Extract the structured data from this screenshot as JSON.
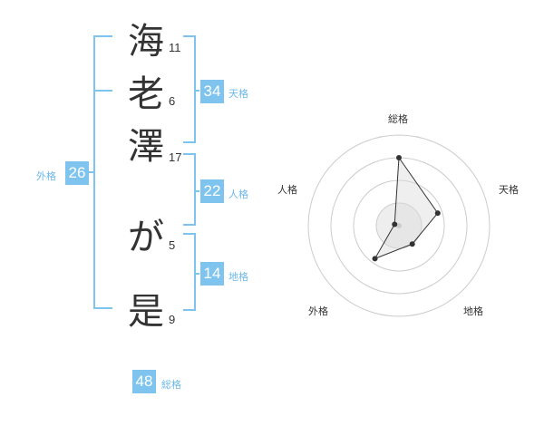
{
  "name_characters": [
    {
      "char": "海",
      "strokes": "11"
    },
    {
      "char": "老",
      "strokes": "6"
    },
    {
      "char": "澤",
      "strokes": "17"
    },
    {
      "char": "が",
      "strokes": "5"
    },
    {
      "char": "是",
      "strokes": "9"
    }
  ],
  "fortunes": {
    "tenkaku": {
      "value": "34",
      "label": "天格"
    },
    "jinkaku": {
      "value": "22",
      "label": "人格"
    },
    "chikaku": {
      "value": "14",
      "label": "地格"
    },
    "gaikaku": {
      "value": "26",
      "label": "外格"
    },
    "soukaku": {
      "value": "48",
      "label": "総格"
    }
  },
  "colors": {
    "bracket": "#7fc4ee",
    "badge_bg": "#7fc4ee",
    "label": "#6bb8ea",
    "radar_ring": "#cccccc",
    "radar_fill": "#eeeeee",
    "radar_line": "#333333"
  },
  "chart_data": {
    "type": "radar",
    "axes": [
      "総格",
      "天格",
      "地格",
      "外格",
      "人格"
    ],
    "values": [
      0.75,
      0.45,
      0.25,
      0.45,
      0.05
    ],
    "max": 1,
    "rings": 4,
    "center_marker": true
  }
}
